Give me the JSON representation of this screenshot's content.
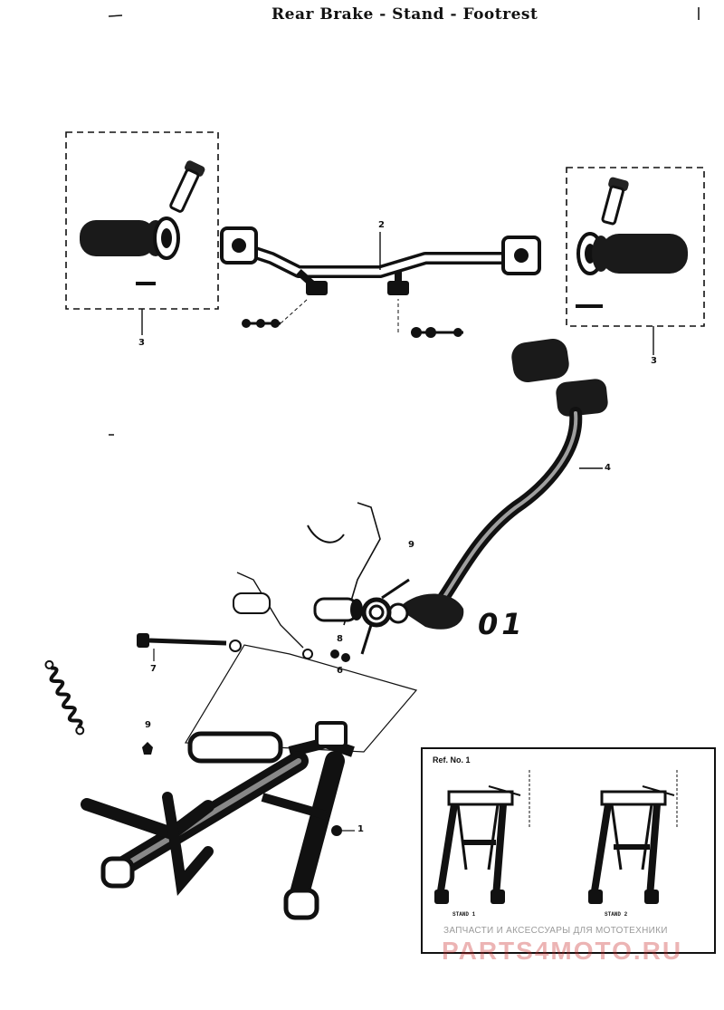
{
  "title": "Rear Brake - Stand - Footrest",
  "callouts": {
    "footrest_bar": "2",
    "footrest_left": "3",
    "footrest_right": "3",
    "brake_pedal": "4",
    "spring_ref": "9",
    "pivot_bolt": "7",
    "bushing": "8",
    "washer": "6",
    "nut": "9",
    "stand": "1"
  },
  "handwritten_note": "01",
  "inset": {
    "title": "Ref. No. 1",
    "caption_left": "STAND 1",
    "caption_right": "STAND 2"
  },
  "watermark": {
    "line1": "ЗАПЧАСТИ И АКСЕССУАРЫ ДЛЯ МОТОТЕХНИКИ",
    "line2": "PARTS4MOTO.RU"
  }
}
